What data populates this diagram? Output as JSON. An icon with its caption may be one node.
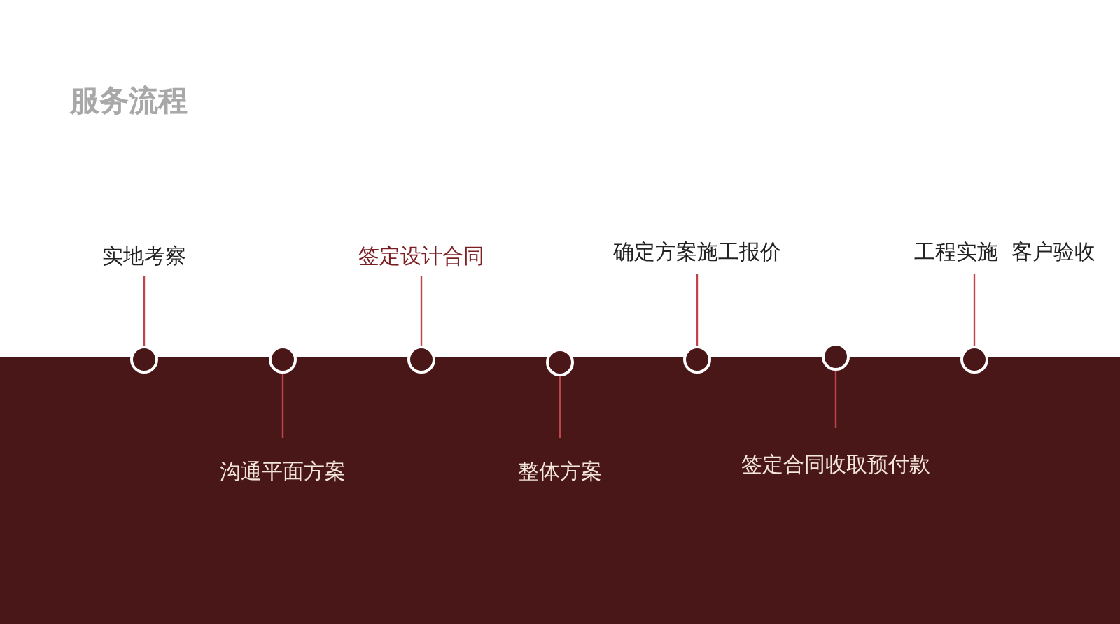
{
  "diagram": {
    "title": "服务流程",
    "nodes": [
      {
        "text": [
          "实地考察"
        ]
      },
      {
        "text": [
          "沟通平面方案"
        ]
      },
      {
        "text": [
          "签定设计合同"
        ]
      },
      {
        "text": [
          "整体方案"
        ]
      },
      {
        "text": [
          "确定方案施工报价"
        ]
      },
      {
        "text": [
          "签定合同收取预付款"
        ]
      },
      {
        "text": [
          "工程实施  客户验收"
        ]
      },
      {
        "text": [],
        "shape": "circle"
      },
      {
        "text": [],
        "shape": "circle"
      },
      {
        "text": [],
        "shape": "circle"
      },
      {
        "text": [],
        "shape": "circle"
      },
      {
        "text": [],
        "shape": "circle"
      },
      {
        "text": [],
        "shape": "circle"
      },
      {
        "text": [],
        "shape": "circle"
      }
    ],
    "edges": [
      {
        "from": 0,
        "to": 7,
        "arrow": "none"
      },
      {
        "from": 1,
        "to": 8,
        "arrow": "none"
      },
      {
        "from": 2,
        "to": 9,
        "arrow": "none"
      },
      {
        "from": 3,
        "to": 10,
        "arrow": "none"
      },
      {
        "from": 4,
        "to": 11,
        "arrow": "none"
      },
      {
        "from": 5,
        "to": 12,
        "arrow": "none"
      },
      {
        "from": 6,
        "to": 13,
        "arrow": "none"
      }
    ]
  }
}
